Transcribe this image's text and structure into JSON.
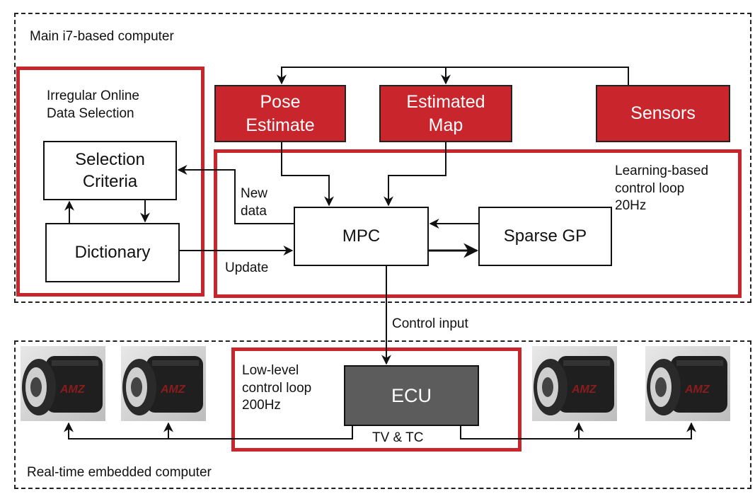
{
  "regions": {
    "main_computer": "Main i7-based computer",
    "embedded_computer": "Real-time embedded computer"
  },
  "data_selection": {
    "title": "Irregular Online\nData Selection",
    "selection_criteria": "Selection\nCriteria",
    "dictionary": "Dictionary"
  },
  "inputs": {
    "pose_estimate": "Pose\nEstimate",
    "estimated_map": "Estimated\nMap",
    "sensors": "Sensors"
  },
  "learning_loop": {
    "title": "Learning-based\ncontrol loop\n20Hz",
    "mpc": "MPC",
    "sparse_gp": "Sparse GP"
  },
  "edge_labels": {
    "new_data": "New\ndata",
    "update": "Update",
    "control_input": "Control input",
    "tv_tc": "TV & TC"
  },
  "low_level_loop": {
    "title": "Low-level\ncontrol loop\n200Hz",
    "ecu": "ECU"
  },
  "motors": [
    "AMZ",
    "AMZ",
    "AMZ",
    "AMZ"
  ],
  "colors": {
    "red": "#c8252c",
    "ecu_gray": "#5c5c5c"
  }
}
